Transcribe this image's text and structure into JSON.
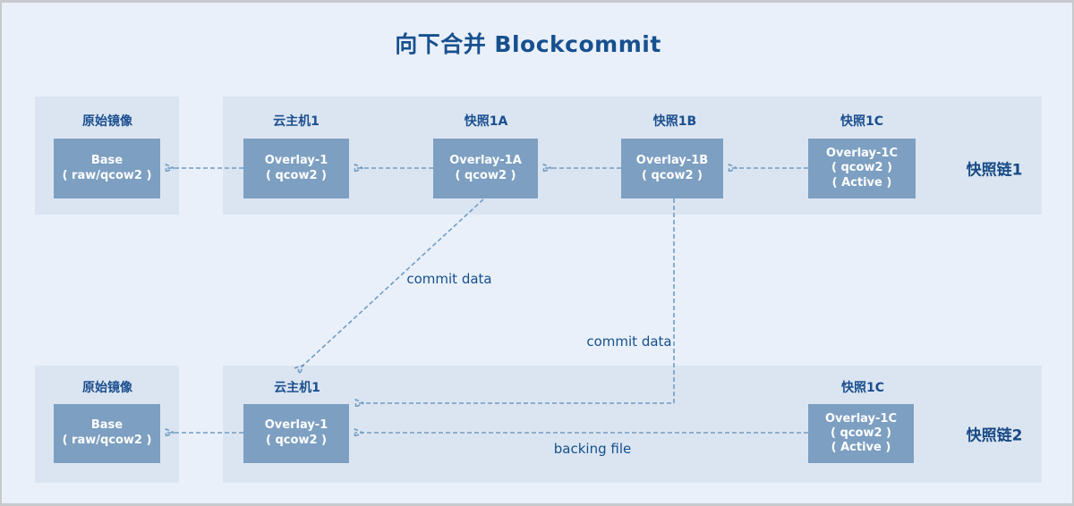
{
  "title": "向下合并 Blockcommit",
  "colors": {
    "page_bg": "#e9f0f9",
    "panel_bg": "#dbe5f1",
    "node_fill": "#7d9fc1",
    "node_text": "#fdfeff",
    "label_text": "#1b4f8f",
    "arrow": "#719cc4",
    "border": "#c7cacd"
  },
  "chain1": {
    "tag": "快照链1",
    "source": {
      "label": "原始镜像",
      "lines": [
        "Base",
        "( raw/qcow2 )"
      ]
    },
    "nodes": [
      {
        "label": "云主机1",
        "lines": [
          "Overlay-1",
          "( qcow2 )"
        ]
      },
      {
        "label": "快照1A",
        "lines": [
          "Overlay-1A",
          "( qcow2 )"
        ]
      },
      {
        "label": "快照1B",
        "lines": [
          "Overlay-1B",
          "( qcow2 )"
        ]
      },
      {
        "label": "快照1C",
        "lines": [
          "Overlay-1C",
          "( qcow2 )",
          "( Active )"
        ]
      }
    ]
  },
  "chain2": {
    "tag": "快照链2",
    "source": {
      "label": "原始镜像",
      "lines": [
        "Base",
        "( raw/qcow2 )"
      ]
    },
    "nodes": [
      {
        "label": "云主机1",
        "lines": [
          "Overlay-1",
          "( qcow2 )"
        ]
      },
      {
        "label": "快照1C",
        "lines": [
          "Overlay-1C",
          "( qcow2 )",
          "( Active )"
        ]
      }
    ]
  },
  "annotations": {
    "commit_data_upper": "commit data",
    "commit_data_lower": "commit data",
    "backing_file": "backing file"
  }
}
